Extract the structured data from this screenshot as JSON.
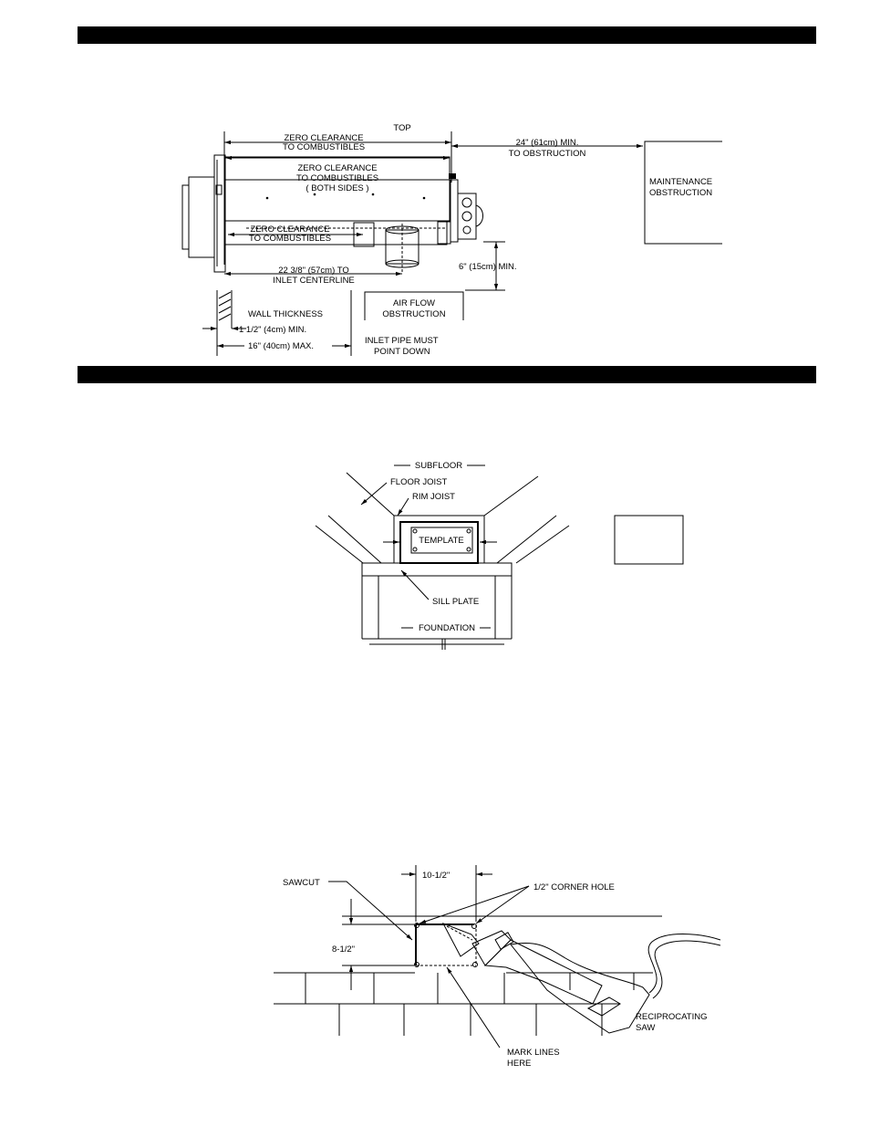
{
  "figure1": {
    "top": "TOP",
    "zc_top_1": "ZERO CLEARANCE",
    "zc_top_2": "TO COMBUSTIBLES",
    "obstr_1": "24\" (61cm) MIN.",
    "obstr_2": "TO OBSTRUCTION",
    "zc_sides_1": "ZERO CLEARANCE",
    "zc_sides_2": "TO COMBUSTIBLES",
    "zc_sides_3": "( BOTH SIDES )",
    "maint_1": "MAINTENANCE",
    "maint_2": "OBSTRUCTION",
    "zc_bot_1": "ZERO CLEARANCE",
    "zc_bot_2": "TO COMBUSTIBLES",
    "inlet_1": "22 3/8\" (57cm) TO",
    "inlet_2": "INLET CENTERLINE",
    "min6": "6\" (15cm) MIN.",
    "air_1": "AIR FLOW",
    "air_2": "OBSTRUCTION",
    "wall": "WALL THICKNESS",
    "wall_min": "1 1/2\" (4cm) MIN.",
    "wall_max": "16\" (40cm) MAX.",
    "pipe_1": "INLET PIPE MUST",
    "pipe_2": "POINT DOWN"
  },
  "figure2": {
    "subfloor": "SUBFLOOR",
    "floor_joist": "FLOOR JOIST",
    "rim_joist": "RIM JOIST",
    "template": "TEMPLATE",
    "sill_plate": "SILL PLATE",
    "foundation": "FOUNDATION"
  },
  "figure3": {
    "sawcut": "SAWCUT",
    "width": "10-1/2\"",
    "corner_hole": "1/2\" CORNER HOLE",
    "height": "8-1/2\"",
    "saw_1": "RECIPROCATING",
    "saw_2": "SAW",
    "mark_1": "MARK  LINES",
    "mark_2": "HERE"
  }
}
